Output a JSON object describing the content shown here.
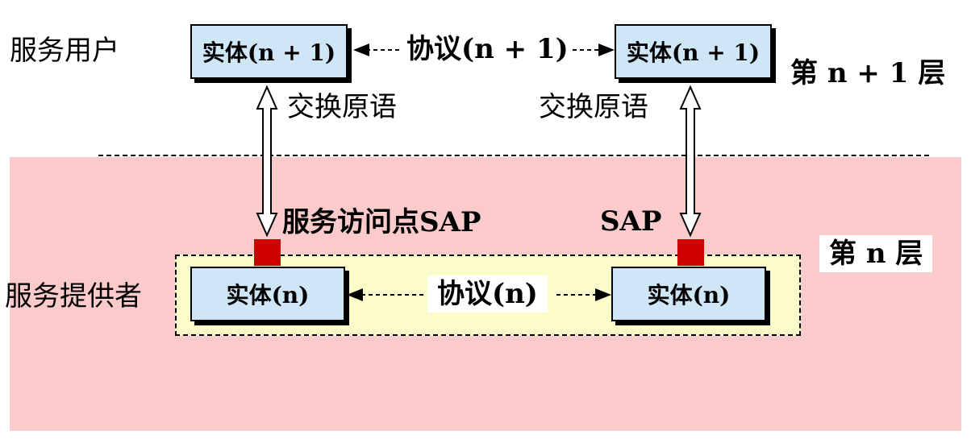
{
  "upper_layer": {
    "role_label": "服务用户",
    "layer_label": "第 n + 1 层",
    "entity_left": "实体(n + 1)",
    "entity_right": "实体(n + 1)",
    "protocol_label": "协议(n + 1)",
    "primitive_left": "交换原语",
    "primitive_right": "交换原语"
  },
  "lower_layer": {
    "role_label": "服务提供者",
    "layer_label": "第 n 层",
    "entity_left": "实体(n)",
    "entity_right": "实体(n)",
    "protocol_label": "协议(n)",
    "sap_left_label": "服务访问点SAP",
    "sap_right_label": "SAP"
  },
  "colors": {
    "provider_band": "#fbcaca",
    "layer_box": "#fcfccb",
    "entity_fill": "#cfe6f7",
    "sap": "#cc0000"
  }
}
